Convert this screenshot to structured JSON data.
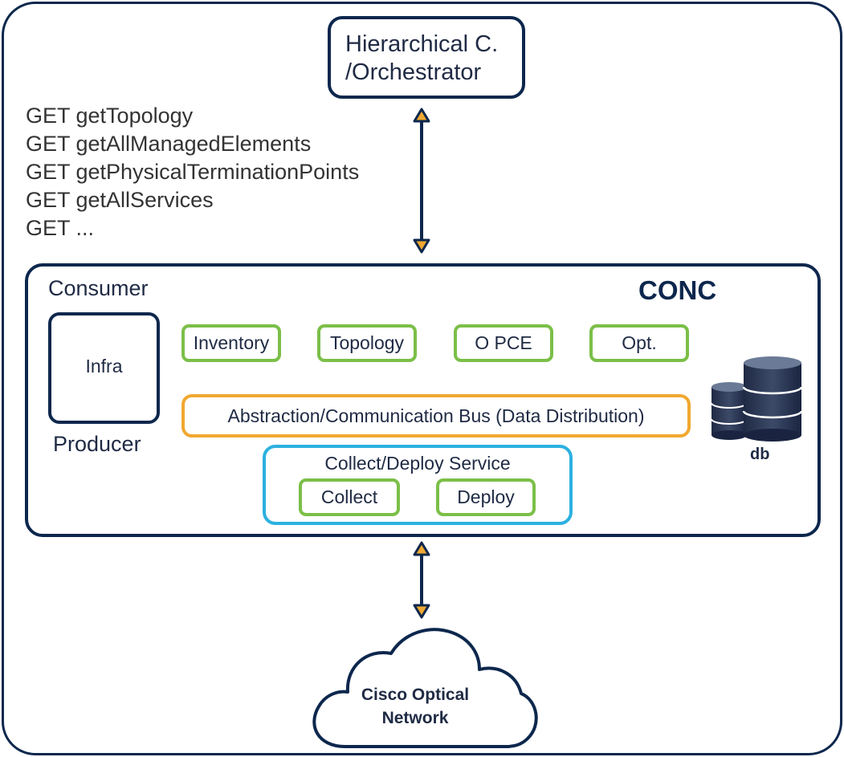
{
  "orchestrator": {
    "line1": "Hierarchical C.",
    "line2": "/Orchestrator"
  },
  "api_calls": [
    "GET getTopology",
    "GET getAllManagedElements",
    "GET getPhysicalTerminationPoints",
    "GET getAllServices",
    "GET ..."
  ],
  "conc": {
    "title": "CONC",
    "consumer_label": "Consumer",
    "producer_label": "Producer",
    "infra_label": "Infra",
    "modules": [
      "Inventory",
      "Topology",
      "O PCE",
      "Opt."
    ],
    "bus_label": "Abstraction/Communication Bus (Data Distribution)",
    "collect_deploy": {
      "title": "Collect/Deploy Service",
      "items": [
        "Collect",
        "Deploy"
      ]
    },
    "db_label": "db"
  },
  "network": {
    "line1": "Cisco Optical",
    "line2": "Network"
  },
  "colors": {
    "navy": "#0d274d",
    "green": "#7bbf48",
    "orange": "#f0a830",
    "cyan": "#2cb1e0",
    "arrowhead": "#f0a830"
  }
}
